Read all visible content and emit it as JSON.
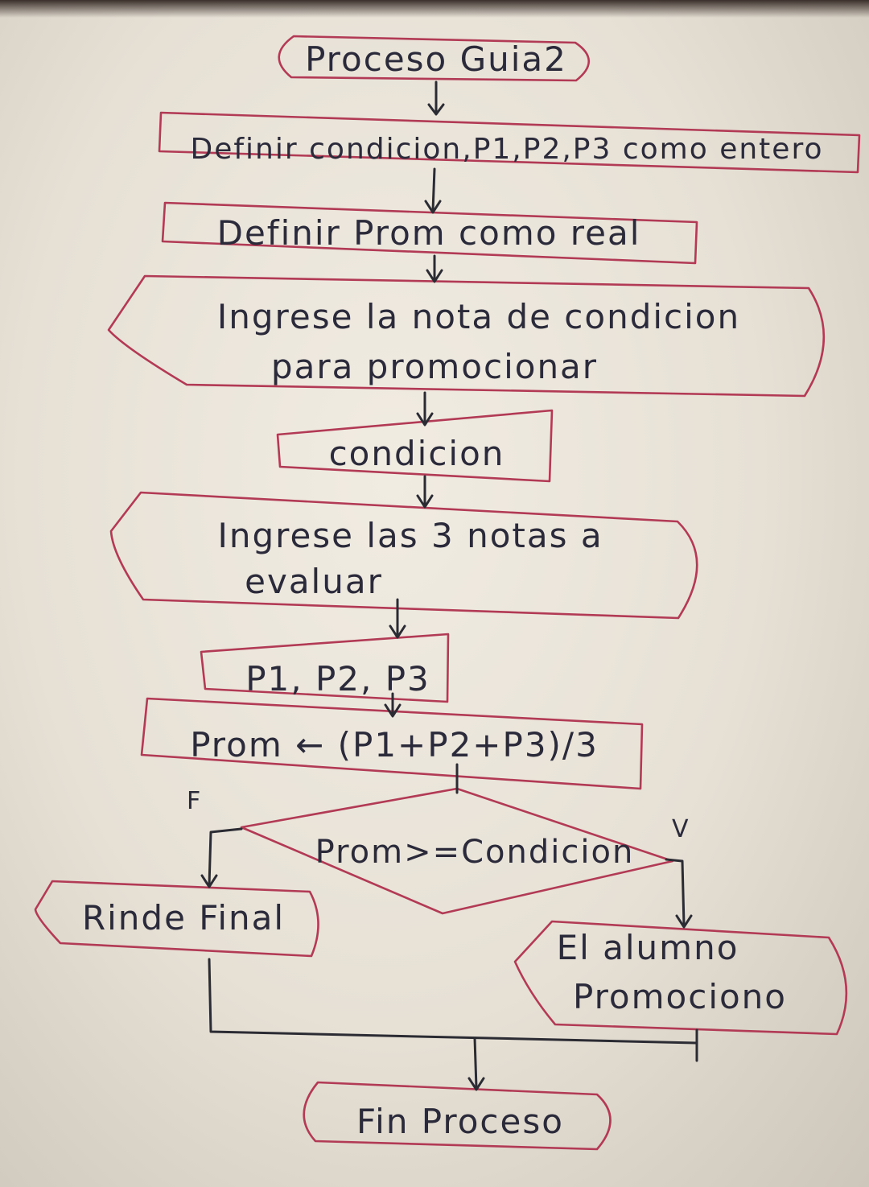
{
  "flowchart": {
    "title": "Proceso Guia2",
    "steps": {
      "define_int": "Definir condicion,P1,P2,P3 como entero",
      "define_real": "Definir Prom como real",
      "prompt_condition": [
        "Ingrese la nota de condicion",
        "para promocionar"
      ],
      "read_condition": "condicion",
      "prompt_grades": [
        "Ingrese las 3 notas a",
        "evaluar"
      ],
      "read_grades": "P1, P2, P3",
      "compute": "Prom ← (P1+P2+P3)/3",
      "decision": "Prom>=Condicion",
      "output_false": "Rinde Final",
      "output_true": [
        "El alumno",
        "Promociono"
      ],
      "end": "Fin Proceso"
    },
    "branch_labels": {
      "false": "F",
      "true": "V"
    },
    "colors": {
      "shape_outline": "#b23a55",
      "ink": "#2a2a3a",
      "paper": "#ece6db"
    }
  }
}
